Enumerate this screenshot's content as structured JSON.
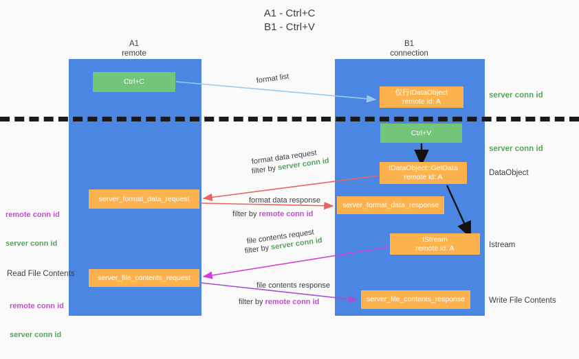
{
  "title": "A1 - Ctrl+C\nB1 - Ctrl+V",
  "colors": {
    "lane": "#4a86e2",
    "green_box": "#74c47a",
    "orange_box": "#fcb24d",
    "green_text": "#57a45c",
    "purple_text": "#c150d1",
    "arrow_light_blue": "#9ec9ef",
    "arrow_red": "#e8655f",
    "arrow_magenta": "#d63fd6",
    "arrow_purple": "#a94fd0",
    "arrow_black": "#111111",
    "background": "#fafafa",
    "dash_line": "#1a1a1a"
  },
  "lanes": [
    {
      "name": "A1",
      "sub": "remote",
      "header": "A1\nremote"
    },
    {
      "name": "B1",
      "sub": "connection",
      "header": "B1\nconnection"
    }
  ],
  "boxes": {
    "ctrl_c": "Ctrl+C",
    "idataobject": "仅行IDataObject\nremote id: A",
    "ctrl_v": "Ctrl+V",
    "getdata": "IDataObject::GetData\nremote id: A",
    "server_format_data_request": "server_format_data_request",
    "server_format_data_response": "server_format_data_response",
    "istream": "IStream\nremote id: A",
    "server_file_contents_request": "server_file_contents_request",
    "server_file_contents_response": "server_file_contents_response"
  },
  "captions": {
    "format_list": "format list",
    "format_data_request": "format data request",
    "format_data_request_filter_prefix": "filter by ",
    "format_data_request_filter_value": "server conn id",
    "format_data_response": "format data response",
    "format_data_response_filter_prefix": "filter by ",
    "format_data_response_filter_value": "remote conn id",
    "file_contents_request": "file contents request",
    "file_contents_request_filter_prefix": "filter by ",
    "file_contents_request_filter_value": "server conn id",
    "file_contents_response": "file contents response",
    "file_contents_response_filter_prefix": "filter by ",
    "file_contents_response_filter_value": "remote conn id"
  },
  "right_labels": {
    "server_conn_id_top": "server conn id",
    "server_conn_id_mid": "server conn id",
    "dataobject": "DataObject",
    "istream": "Istream",
    "write_file_contents": "Write File Contents"
  },
  "left_labels": {
    "remote_conn_id_1": "remote conn id",
    "server_conn_id_1": "server conn id",
    "read_file_contents": "Read File Contents",
    "remote_conn_id_2": "remote conn id",
    "server_conn_id_2": "server conn id"
  }
}
